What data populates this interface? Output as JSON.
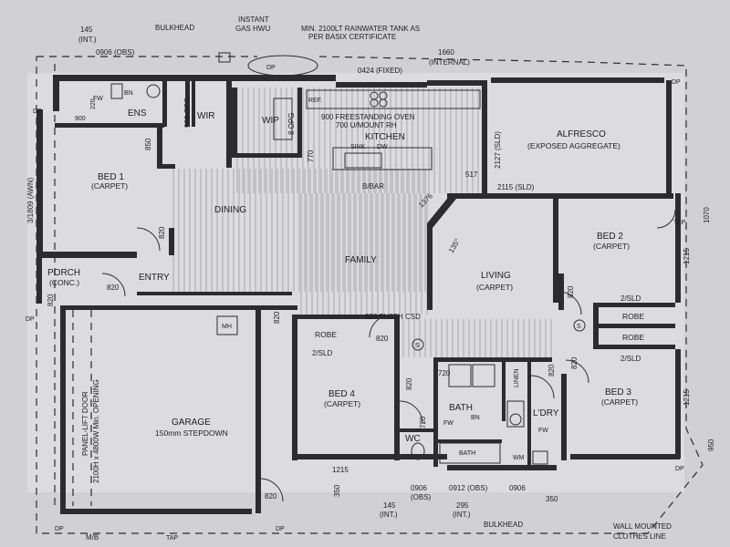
{
  "plan": {
    "rooms": {
      "ens": "ENS",
      "wir": "WIR",
      "wip": "WIP",
      "kitchen": "KITCHEN",
      "alfresco": "ALFRESCO",
      "alfresco_sub": "(EXPOSED AGGREGATE)",
      "bed1": "BED 1",
      "bed1_sub": "(CARPET)",
      "dining": "DINING",
      "family": "FAMILY",
      "living": "LIVING",
      "living_sub": "(CARPET)",
      "bed2": "BED 2",
      "bed2_sub": "(CARPET)",
      "bed3": "BED 3",
      "bed3_sub": "(CARPET)",
      "bed4": "BED 4",
      "bed4_sub": "(CARPET)",
      "porch": "PORCH",
      "porch_sub": "(CONC.)",
      "entry": "ENTRY",
      "garage": "GARAGE",
      "garage_sub": "150mm STEPDOWN",
      "bath": "BATH",
      "ldry": "L'DRY",
      "wc": "WC",
      "linen": "LINEN",
      "mh": "MH",
      "robe_bed4": "ROBE",
      "robe_bed2": "ROBE",
      "robe_bed3": "ROBE"
    },
    "notes": {
      "bulkhead_top": "BULKHEAD",
      "instant_gas_1": "INSTANT",
      "instant_gas_2": "GAS HWU",
      "tank_1": "MIN. 2100LT RAINWATER TANK AS",
      "tank_2": "PER BASIX CERTIFICATE",
      "oven_1": "900 FREESTANDING OVEN",
      "oven_2": "700 U/MOUNT RH",
      "sink": "SINK",
      "dw": "DW",
      "bbar": "B/BAR",
      "ref": "REF.",
      "fw": "FW",
      "bn": "BN",
      "bath_inner": "BATH",
      "wm": "WM",
      "flush_csd": "820 FLUSH CSD",
      "panel_lift_1": "PANEL-LIFT DOOR",
      "panel_lift_2": "2100H x 4800W Min. OPENING",
      "bulkhead_bottom": "BULKHEAD",
      "clothes_1": "WALL MOUNTED",
      "clothes_2": "CLOTHES LINE",
      "mb": "M/B",
      "dp": "DP",
      "tap": "TAP",
      "s": "S"
    },
    "dims": {
      "d145_int": "145",
      "d145_int_sub": "(INT.)",
      "d0906_obs": "0906 (OBS)",
      "d0424": "0424 (FIXED)",
      "d1660": "1660",
      "d1660_sub": "(INTERNAL)",
      "d900_opg": "900 OPG",
      "d8_opg": "8 OPG",
      "d850": "850",
      "d770": "770",
      "d2127": "2127 (SLD)",
      "d517": "517",
      "d2115": "2115 (SLD)",
      "d1376": "1376",
      "d135": "135°",
      "d1070": "1070",
      "d1215_r": "1215",
      "d2sld_bed2": "2/SLD",
      "d820_dining": "820",
      "d820_entry": "820",
      "d820_porch": "820",
      "d820_garage": "820",
      "d820_bed4a": "820",
      "d820_living": "820",
      "d820_bed3": "820",
      "d820_ldry": "820",
      "d820_bottom": "820",
      "d820_hall": "820",
      "d2sld_bed4": "2/SLD",
      "d720_a": "720",
      "d720_b": "720",
      "d1215_b": "1215",
      "d1215_br": "1215",
      "d950": "950",
      "d350_l": "350",
      "d350_r": "350",
      "d0906_b1": "0906",
      "d0906_b1_sub": "(OBS)",
      "d0912": "0912 (OBS)",
      "d0906_b2": "0906",
      "d145_b": "145",
      "d145_b_sub": "(INT.)",
      "d295_b": "295",
      "d295_b_sub": "(INT.)",
      "d3809": "3/1809 (AWN)",
      "d2sld_bed3": "2/SLD",
      "d900_ens": "900",
      "d220": "220"
    }
  }
}
